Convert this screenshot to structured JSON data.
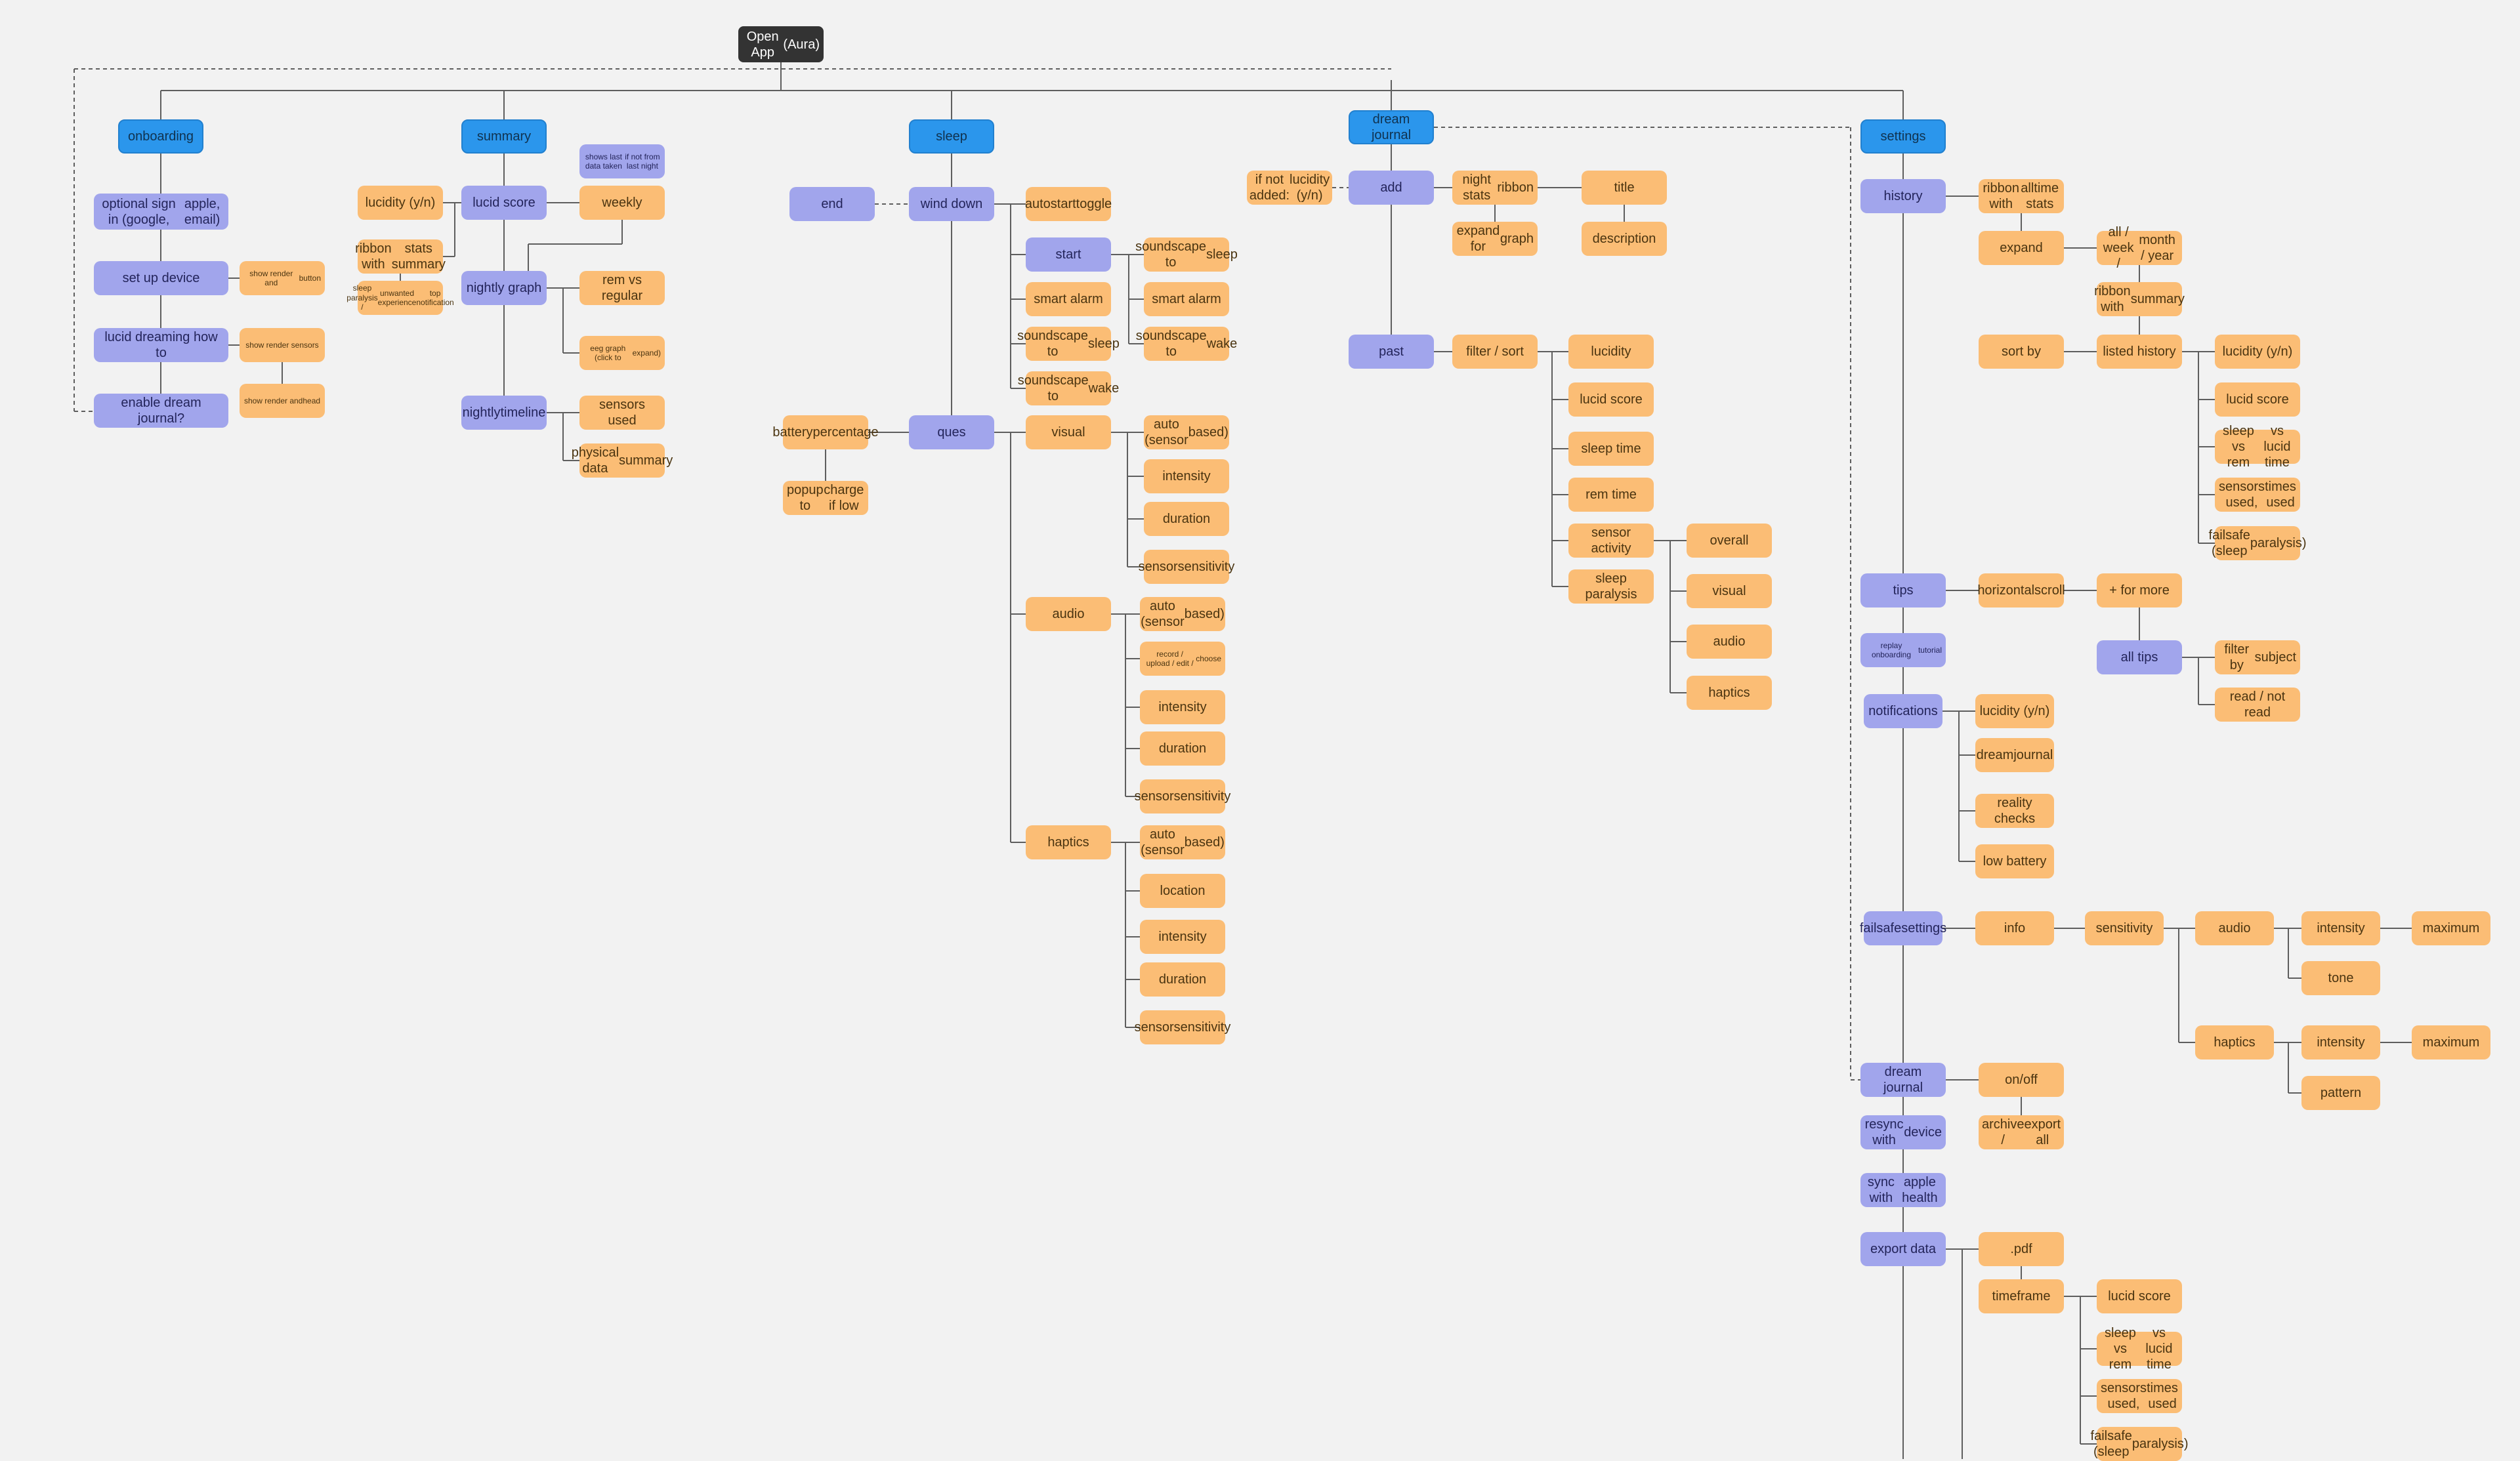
{
  "colors": {
    "background": "#f2f2f2",
    "root": "#333333",
    "main_section": "#2b96ec",
    "subsection": "#a1a5ec",
    "detail": "#fbbd75",
    "connector": "#5e5e5e"
  },
  "root": {
    "label": "Open App\n(Aura)"
  },
  "onboarding": {
    "label": "onboarding",
    "sign_in": "optional sign in (google,\napple, email)",
    "set_up": "set up device",
    "set_up_note": "show render and\nbutton",
    "lucid_how_to": "lucid dreaming how to",
    "lucid_how_to_note": "show render sensors",
    "lucid_how_to_note2": "show render and\nhead",
    "enable_journal": "enable dream journal?"
  },
  "summary": {
    "label": "summary",
    "note": "shows last data taken\nif not from last night",
    "lucidity_yn": "lucidity (y/n)",
    "lucid_score": "lucid score",
    "weekly": "weekly",
    "ribbon": "ribbon with\nstats summary",
    "paralysis_note": "sleep paralysis /\nunwanted experience\ntop notification",
    "nightly_graph": "nightly graph",
    "rem_vs_regular": "rem vs regular",
    "eeg_graph": "eeg graph (click to\nexpand)",
    "nightly_timeline": "nightly\ntimeline",
    "sensors_used": "sensors used",
    "physical_summary": "physical data\nsummary"
  },
  "sleep": {
    "label": "sleep",
    "end": "end",
    "wind_down": "wind down",
    "autostart": "autostart\ntoggle",
    "start": "start",
    "soundscape_to_sleep": "soundscape to\nsleep",
    "smart_alarm": "smart alarm",
    "soundscape_to_wake": "soundscape to\nwake",
    "ques": "ques",
    "battery": "battery\npercentage",
    "popup": "popup to\ncharge if low",
    "visual": "visual",
    "audio": "audio",
    "haptics": "haptics",
    "auto_sensor": "auto (sensor\nbased)",
    "intensity": "intensity",
    "duration": "duration",
    "sensor_sensitivity": "sensor\nsensitivity",
    "record": "record / upload / edit /\nchoose",
    "location": "location"
  },
  "dream_journal": {
    "label": "dream journal",
    "if_not_added": "if not added:\nlucidity (y/n)",
    "add": "add",
    "night_stats": "night stats\nribbon",
    "title": "title",
    "expand_graph": "expand for\ngraph",
    "description": "description",
    "past": "past",
    "filter_sort": "filter / sort",
    "lucidity": "lucidity",
    "lucid_score": "lucid score",
    "sleep_time": "sleep time",
    "rem_time": "rem time",
    "sensor_activity": "sensor activity",
    "sleep_paralysis": "sleep paralysis",
    "overall": "overall",
    "visual": "visual",
    "audio": "audio",
    "haptics": "haptics"
  },
  "settings": {
    "label": "settings",
    "history": "history",
    "ribbon_alltime": "ribbon with\nalltime stats",
    "expand": "expand",
    "periods": "all / week /\nmonth / year",
    "ribbon_summary": "ribbon with\nsummary",
    "sort_by": "sort by",
    "listed_history": "listed history",
    "lucidity_yn": "lucidity (y/n)",
    "lucid_score": "lucid score",
    "sleep_vs_rem": "sleep vs rem\nvs lucid time",
    "sensors_times": "sensors used,\ntimes used",
    "failsafe_paralysis": "failsafe (sleep\nparalysis)",
    "tips": "tips",
    "horizontal_scroll": "horizontal\nscroll",
    "for_more": "+ for more",
    "all_tips": "all tips",
    "filter_subject": "filter by\nsubject",
    "read_not_read": "read / not read",
    "replay_onboarding": "replay onboarding\ntutorial",
    "notifications": "notifications",
    "notif_lucidity": "lucidity (y/n)",
    "notif_journal": "dream\njournal",
    "reality_checks": "reality checks",
    "low_battery": "low battery",
    "failsafe_settings": "failsafe\nsettings",
    "info": "info",
    "sensitivity": "sensitivity",
    "fs_audio": "audio",
    "fs_haptics": "haptics",
    "intensity": "intensity",
    "maximum": "maximum",
    "tone": "tone",
    "pattern": "pattern",
    "dream_journal": "dream journal",
    "on_off": "on/off",
    "archive": "archive /\nexport all",
    "resync": "resync with\ndevice",
    "apple_health": "sync with\napple health",
    "export_data": "export data",
    "pdf": ".pdf",
    "timeframe": "timeframe",
    "exp_lucid_score": "lucid score",
    "exp_sleep_vs_rem": "sleep vs rem\nvs lucid time",
    "exp_sensors": "sensors used,\ntimes used",
    "exp_failsafe": "failsafe (sleep\nparalysis)"
  }
}
